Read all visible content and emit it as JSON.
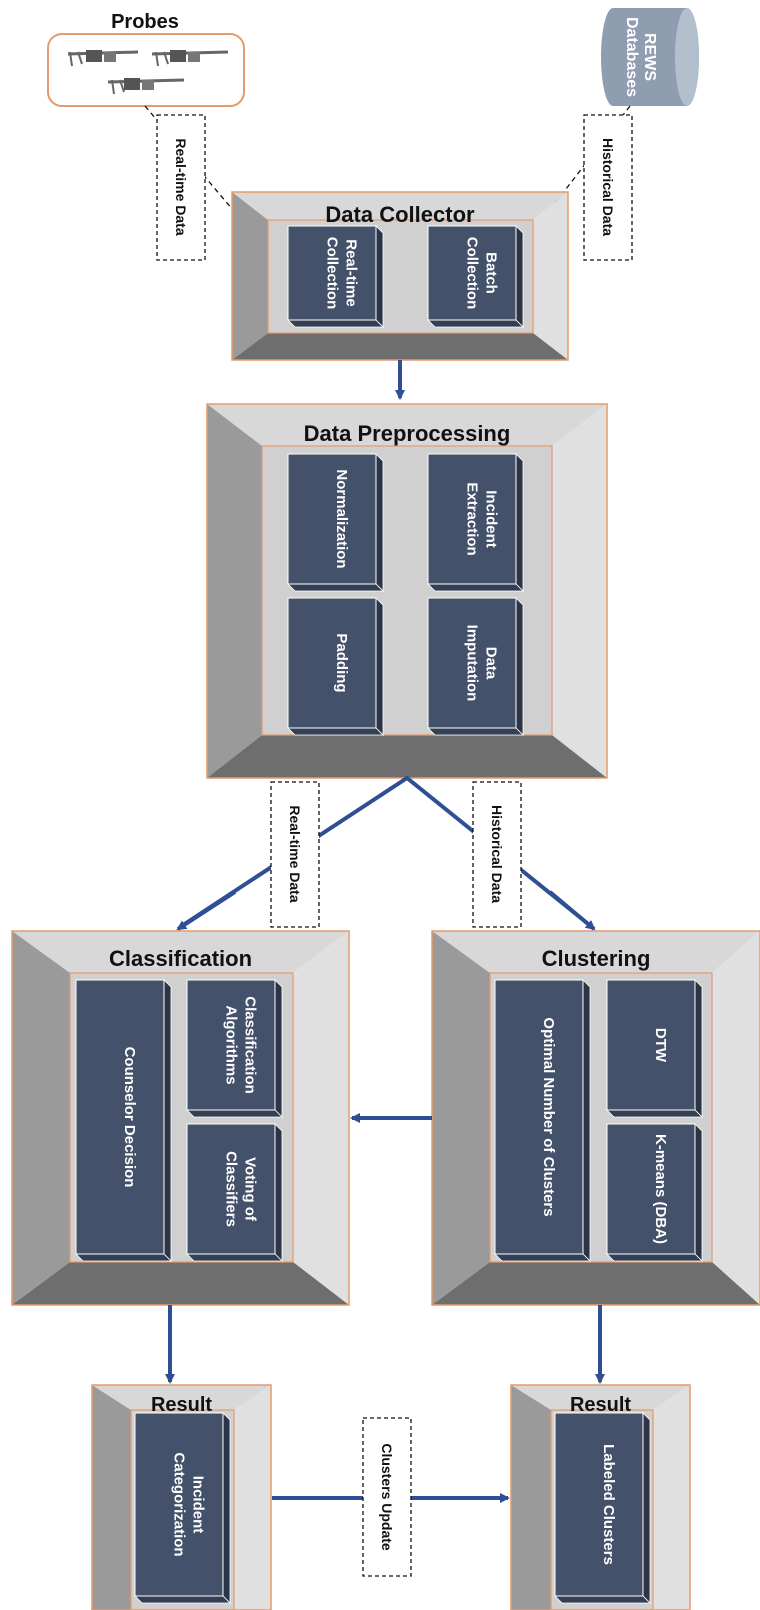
{
  "colors": {
    "card_fill": "#44516a",
    "bevel_top": "#d8d8d8",
    "bevel_left": "#9a9a9a",
    "bevel_right": "#e0e0e0",
    "bevel_bottom": "#6e6e6e",
    "inner_face": "#d0d0d0",
    "border": "#e59a6b",
    "arrow": "#2f4f94",
    "db_fill": "#8f9db0"
  },
  "probes": {
    "title": "Probes"
  },
  "database": {
    "line1": "REWS",
    "line2": "Databases"
  },
  "data_collector": {
    "title": "Data Collector",
    "cards": [
      {
        "lines": [
          "Real-time",
          "Collection"
        ]
      },
      {
        "lines": [
          "Batch",
          "Collection"
        ]
      }
    ]
  },
  "data_preprocessing": {
    "title": "Data Preprocessing",
    "cards": [
      {
        "lines": [
          "Normalization"
        ]
      },
      {
        "lines": [
          "Incident",
          "Extraction"
        ]
      },
      {
        "lines": [
          "Padding"
        ]
      },
      {
        "lines": [
          "Data",
          "Imputation"
        ]
      }
    ]
  },
  "classification": {
    "title": "Classification",
    "cards": [
      {
        "lines": [
          "Counselor Decision"
        ]
      },
      {
        "lines": [
          "Classification",
          "Algorithms"
        ]
      },
      {
        "lines": [
          "Voting of",
          "Classifiers"
        ]
      }
    ]
  },
  "clustering": {
    "title": "Clustering",
    "cards": [
      {
        "lines": [
          "Optimal Number of Clusters"
        ]
      },
      {
        "lines": [
          "DTW"
        ]
      },
      {
        "lines": [
          "K-means (DBA)"
        ]
      }
    ]
  },
  "result_left": {
    "title": "Result",
    "cards": [
      {
        "lines": [
          "Incident",
          "Categorization"
        ]
      }
    ]
  },
  "result_right": {
    "title": "Result",
    "cards": [
      {
        "lines": [
          "Labeled Clusters"
        ]
      }
    ]
  },
  "flow_labels": {
    "realtime_top": "Real-time Data",
    "historical_top": "Historical Data",
    "realtime_mid": "Real-time Data",
    "historical_mid": "Historical Data",
    "clusters_update": "Clusters Update"
  }
}
